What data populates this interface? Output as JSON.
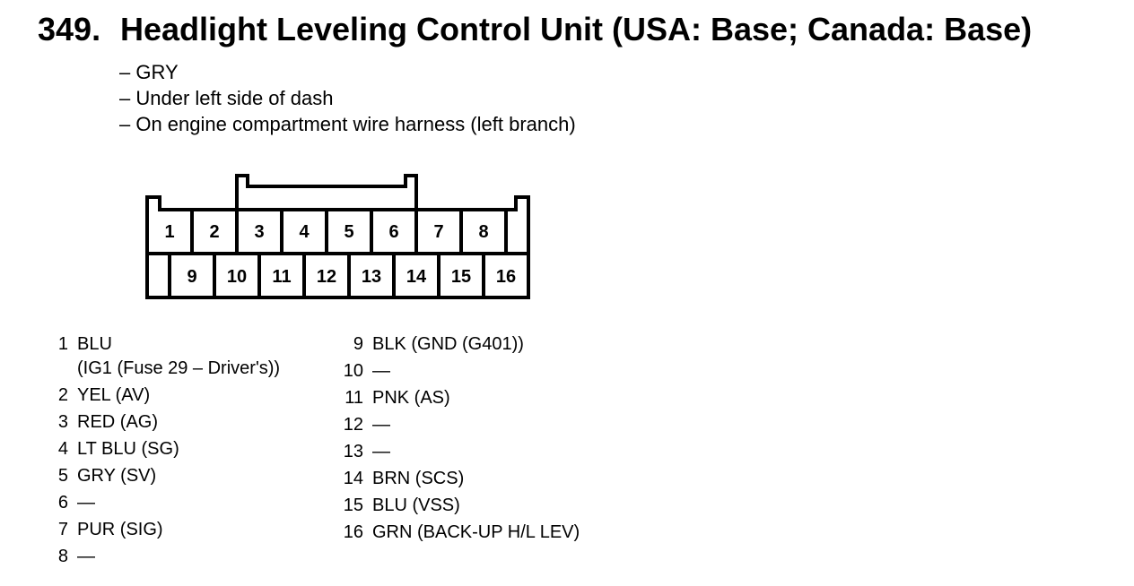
{
  "title": {
    "number": "349.",
    "text": "Headlight Leveling Control Unit (USA: Base; Canada: Base)"
  },
  "info": [
    "– GRY",
    "– Under left side of dash",
    "– On engine compartment wire harness (left branch)"
  ],
  "connector": {
    "top_row": [
      "1",
      "2",
      "3",
      "4",
      "5",
      "6",
      "7",
      "8"
    ],
    "bottom_row": [
      "9",
      "10",
      "11",
      "12",
      "13",
      "14",
      "15",
      "16"
    ]
  },
  "pins_left": [
    {
      "num": "1",
      "desc": "BLU",
      "sub": "(IG1 (Fuse 29 – Driver's))"
    },
    {
      "num": "2",
      "desc": "YEL (AV)"
    },
    {
      "num": "3",
      "desc": "RED (AG)"
    },
    {
      "num": "4",
      "desc": "LT BLU (SG)"
    },
    {
      "num": "5",
      "desc": "GRY (SV)"
    },
    {
      "num": "6",
      "desc": "—"
    },
    {
      "num": "7",
      "desc": "PUR (SIG)"
    },
    {
      "num": "8",
      "desc": "—"
    }
  ],
  "pins_right": [
    {
      "num": "9",
      "desc": "BLK (GND (G401))"
    },
    {
      "num": "10",
      "desc": "—"
    },
    {
      "num": "11",
      "desc": "PNK (AS)"
    },
    {
      "num": "12",
      "desc": "—"
    },
    {
      "num": "13",
      "desc": "—"
    },
    {
      "num": "14",
      "desc": "BRN (SCS)"
    },
    {
      "num": "15",
      "desc": "BLU (VSS)"
    },
    {
      "num": "16",
      "desc": "GRN (BACK-UP H/L LEV)"
    }
  ]
}
